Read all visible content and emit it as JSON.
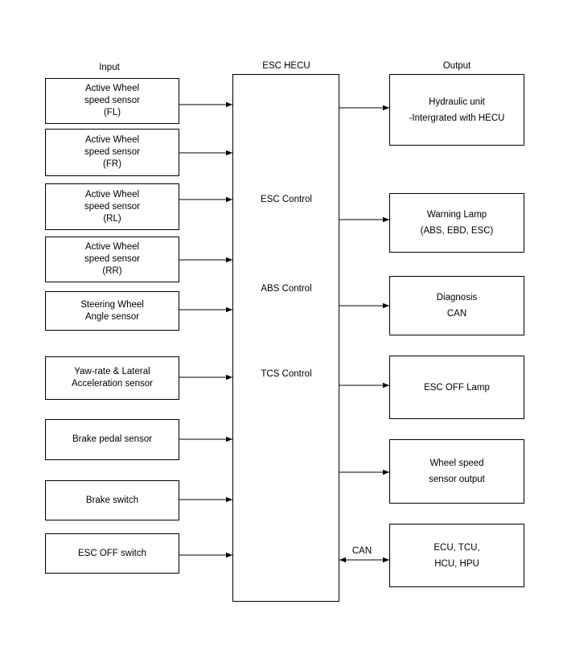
{
  "headers": {
    "input": "Input",
    "center": "ESC HECU",
    "output": "Output"
  },
  "hecu": {
    "controls": [
      "ESC Control",
      "ABS Control",
      "TCS Control"
    ]
  },
  "inputs": [
    {
      "lines": [
        "Active Wheel",
        "speed sensor",
        "(FL)"
      ]
    },
    {
      "lines": [
        "Active Wheel",
        "speed sensor",
        "(FR)"
      ]
    },
    {
      "lines": [
        "Active Wheel",
        "speed sensor",
        "(RL)"
      ]
    },
    {
      "lines": [
        "Active Wheel",
        "speed sensor",
        "(RR)"
      ]
    },
    {
      "lines": [
        "Steering Wheel",
        "Angle sensor"
      ]
    },
    {
      "lines": [
        "Yaw-rate & Lateral",
        "Acceleration sensor"
      ]
    },
    {
      "lines": [
        "Brake pedal sensor"
      ]
    },
    {
      "lines": [
        "Brake switch"
      ]
    },
    {
      "lines": [
        "ESC OFF switch"
      ]
    }
  ],
  "outputs": [
    {
      "lines": [
        "Hydraulic unit",
        "-Intergrated with HECU"
      ]
    },
    {
      "lines": [
        "Warning Lamp",
        "(ABS, EBD, ESC)"
      ]
    },
    {
      "lines": [
        "Diagnosis",
        "CAN"
      ]
    },
    {
      "lines": [
        "ESC OFF Lamp"
      ]
    },
    {
      "lines": [
        "Wheel speed",
        "sensor output"
      ]
    },
    {
      "lines": [
        "ECU, TCU,",
        "HCU, HPU"
      ]
    }
  ],
  "can_label": "CAN",
  "colors": {
    "line": "#000000",
    "background": "#ffffff"
  }
}
